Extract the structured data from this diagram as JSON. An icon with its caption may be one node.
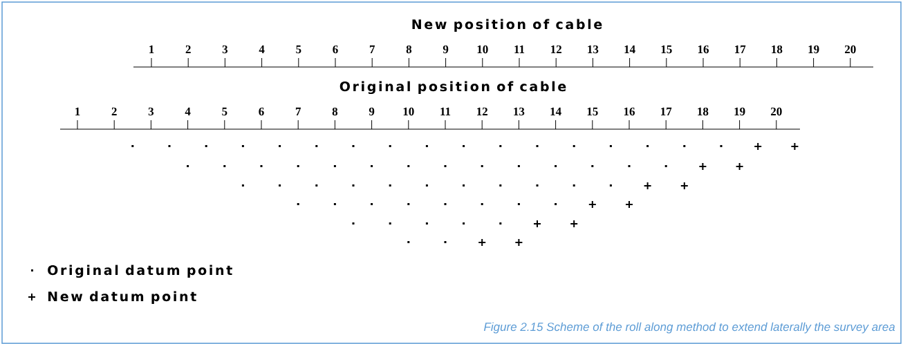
{
  "diagram": {
    "caption": "Figure 2.15 Scheme of the roll along method to extend laterally the survey area",
    "labels": [
      "New position of cable",
      "1",
      "2",
      "3",
      "4",
      "5",
      "6",
      "7",
      "8",
      "9",
      "10",
      "11",
      "12",
      "13",
      "14",
      "15",
      "16",
      "17",
      "18",
      "19",
      "20",
      "Original position of cable",
      "1",
      "2",
      "3",
      "4",
      "5",
      "6",
      "7",
      "8",
      "9",
      "10",
      "11",
      "12",
      "13",
      "14",
      "15",
      "16",
      "17",
      "18",
      "19",
      "20"
    ],
    "legend": [
      {
        "text": "Original datum point"
      },
      {
        "text": "New datum point"
      }
    ]
  }
}
